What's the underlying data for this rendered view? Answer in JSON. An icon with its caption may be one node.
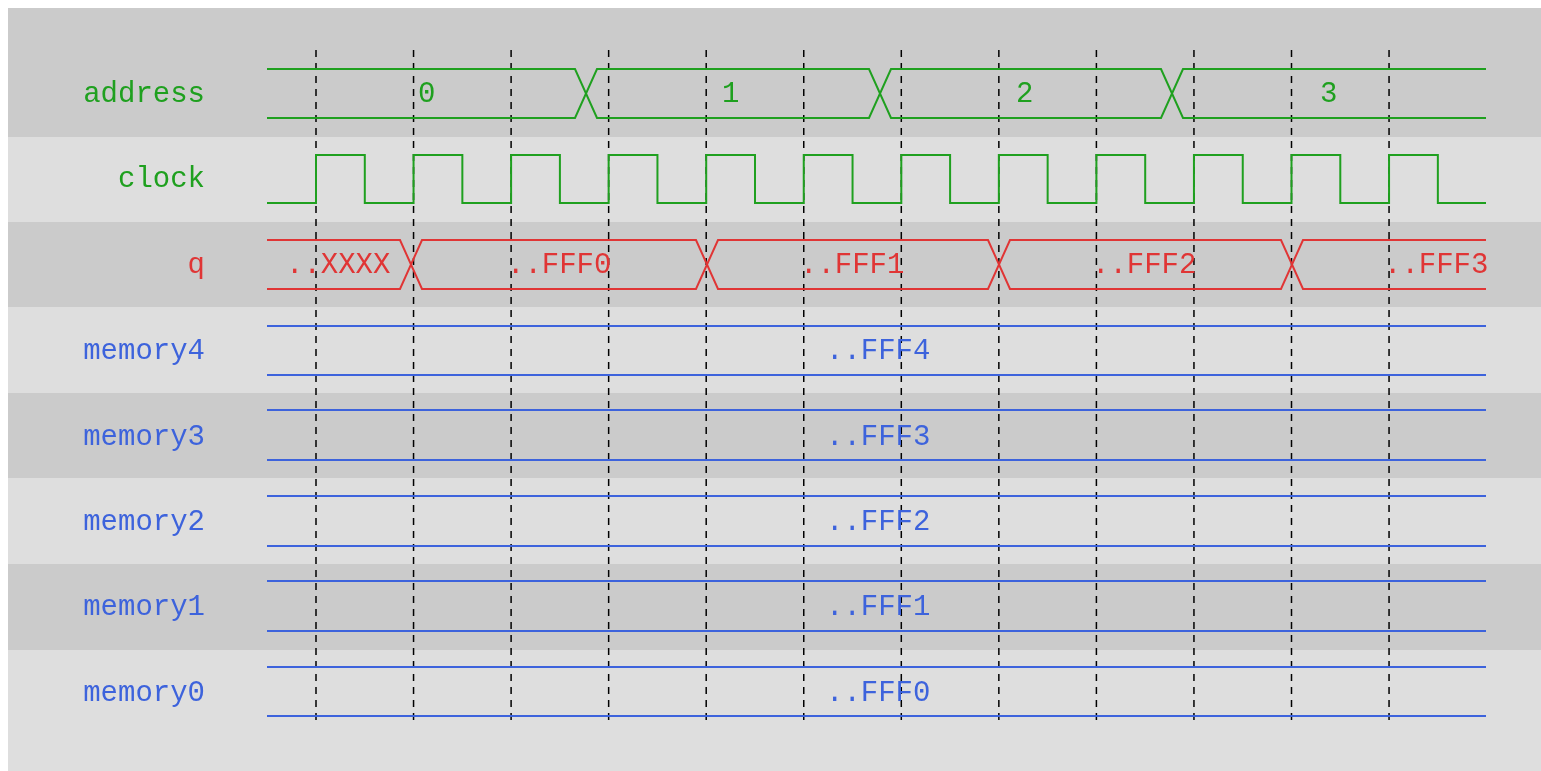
{
  "diagram": {
    "labels": [
      "address",
      "0",
      "1",
      "2",
      "3",
      "clock",
      "q",
      "..XXXX",
      "..FFF0",
      "..FFF1",
      "..FFF2",
      "..FFF3",
      "memory4",
      "..FFF4",
      "memory3",
      "..FFF3",
      "memory2",
      "..FFF2",
      "memory1",
      "..FFF1",
      "memory0",
      "..FFF0"
    ]
  }
}
